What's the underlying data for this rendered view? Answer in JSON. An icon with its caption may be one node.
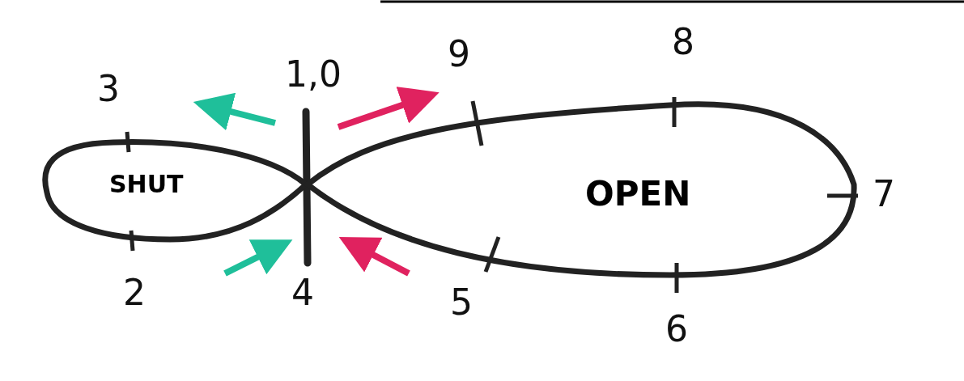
{
  "diagram": {
    "nodes": [
      {
        "text": [
          "SHUT"
        ]
      },
      {
        "text": [
          "OPEN"
        ]
      }
    ],
    "labels": [
      "1,0",
      "9",
      "8",
      "3",
      "7",
      "2",
      "4",
      "5",
      "6"
    ]
  }
}
